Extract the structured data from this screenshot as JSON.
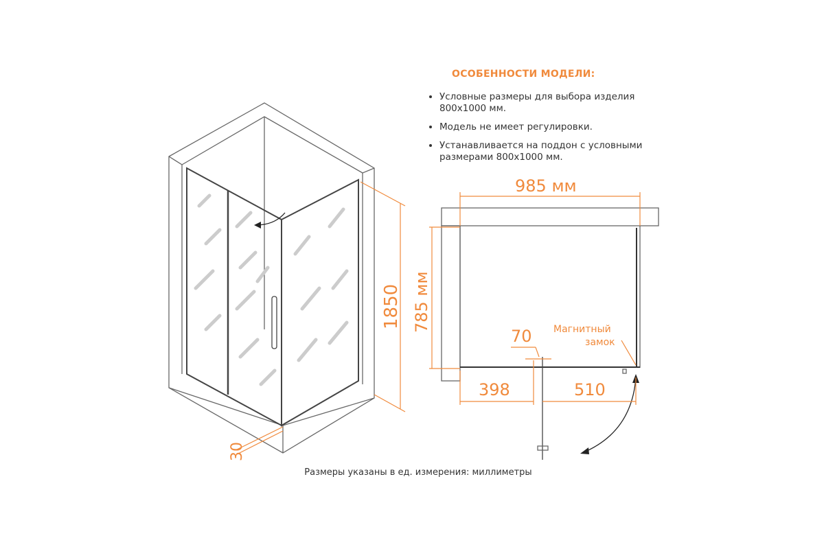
{
  "features": {
    "title": "ОСОБЕННОСТИ МОДЕЛИ:",
    "items": [
      "Условные размеры для выбора изделия 800x1000 мм.",
      "Модель не имеет регулировки.",
      "Устанавливается на поддон с условными размерами 800x1000 мм."
    ]
  },
  "dimensions": {
    "height": "1850",
    "base": "30",
    "width": "985 мм",
    "depth": "785 мм",
    "gap": "70",
    "fixed": "398",
    "door": "510"
  },
  "labels": {
    "magnet_lock_1": "Магнитный",
    "magnet_lock_2": "замок"
  },
  "note": "Размеры указаны в ед. измерения: миллиметры",
  "colors": {
    "accent": "#f08a3c",
    "line": "#555555"
  }
}
